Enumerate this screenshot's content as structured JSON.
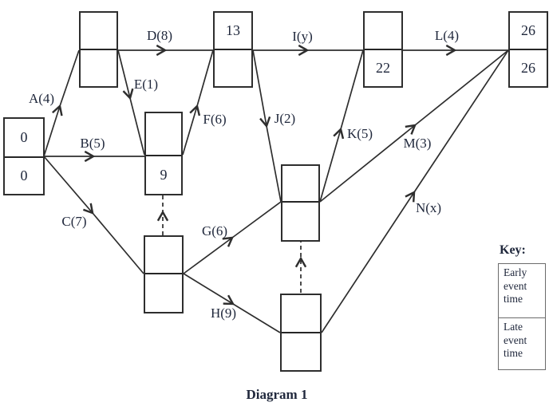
{
  "figure": {
    "caption": "Diagram 1"
  },
  "nodes": [
    {
      "name": "start",
      "early": "0",
      "late": "0"
    },
    {
      "name": "top-1",
      "early": "",
      "late": ""
    },
    {
      "name": "mid-1",
      "early": "",
      "late": "9"
    },
    {
      "name": "top-2",
      "early": "13",
      "late": ""
    },
    {
      "name": "top-3",
      "early": "",
      "late": "22"
    },
    {
      "name": "finish",
      "early": "26",
      "late": "26"
    },
    {
      "name": "centre",
      "early": "",
      "late": ""
    },
    {
      "name": "lower-left",
      "early": "",
      "late": ""
    },
    {
      "name": "lower-right",
      "early": "",
      "late": ""
    }
  ],
  "activities": [
    {
      "label": "A(4)"
    },
    {
      "label": "B(5)"
    },
    {
      "label": "C(7)"
    },
    {
      "label": "D(8)"
    },
    {
      "label": "E(1)"
    },
    {
      "label": "F(6)"
    },
    {
      "label": "G(6)"
    },
    {
      "label": "H(9)"
    },
    {
      "label": "I(y)"
    },
    {
      "label": "J(2)"
    },
    {
      "label": "K(5)"
    },
    {
      "label": "L(4)"
    },
    {
      "label": "M(3)"
    },
    {
      "label": "N(x)"
    }
  ],
  "key": {
    "title": "Key:",
    "early_label": "Early event time",
    "late_label": "Late event time"
  }
}
